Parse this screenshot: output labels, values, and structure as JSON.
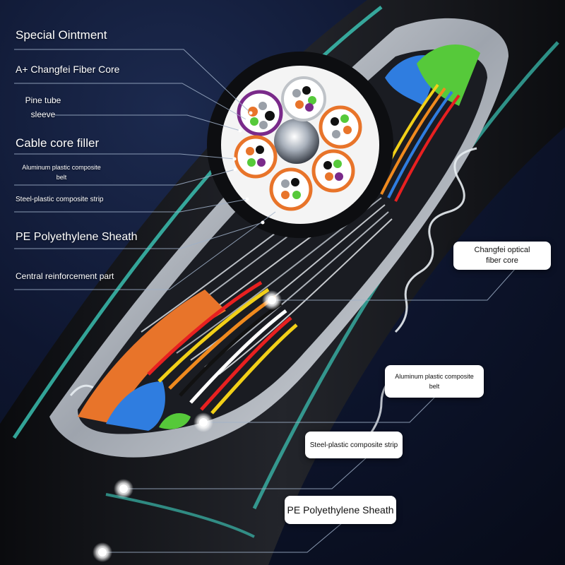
{
  "left_labels": {
    "special_ointment": "Special Ointment",
    "fiber_core": "A+ Changfei Fiber Core",
    "pine_tube_line1": "Pine tube",
    "pine_tube_line2": "sleeve",
    "cable_core_filler": "Cable core filler",
    "alu_line1": "Aluminum plastic composite",
    "alu_line2": "belt",
    "steel_strip": "Steel-plastic composite strip",
    "pe_sheath": "PE Polyethylene Sheath",
    "central_reinforcement": "Central reinforcement part"
  },
  "right_callouts": {
    "optical_line1": "Changfei optical",
    "optical_line2": "fiber core",
    "alu_line1": "Aluminum plastic composite",
    "alu_line2": "belt",
    "steel_strip": "Steel-plastic composite strip",
    "pe_sheath": "PE Polyethylene Sheath"
  },
  "colors": {
    "sheath": "#15171c",
    "teal_accent": "#3fd6c4",
    "tube_orange": "#e8742a",
    "tube_blue": "#2f7de0",
    "tube_green": "#56c93a",
    "tube_purple": "#7a2a8a",
    "callout_bg": "#ffffff"
  }
}
